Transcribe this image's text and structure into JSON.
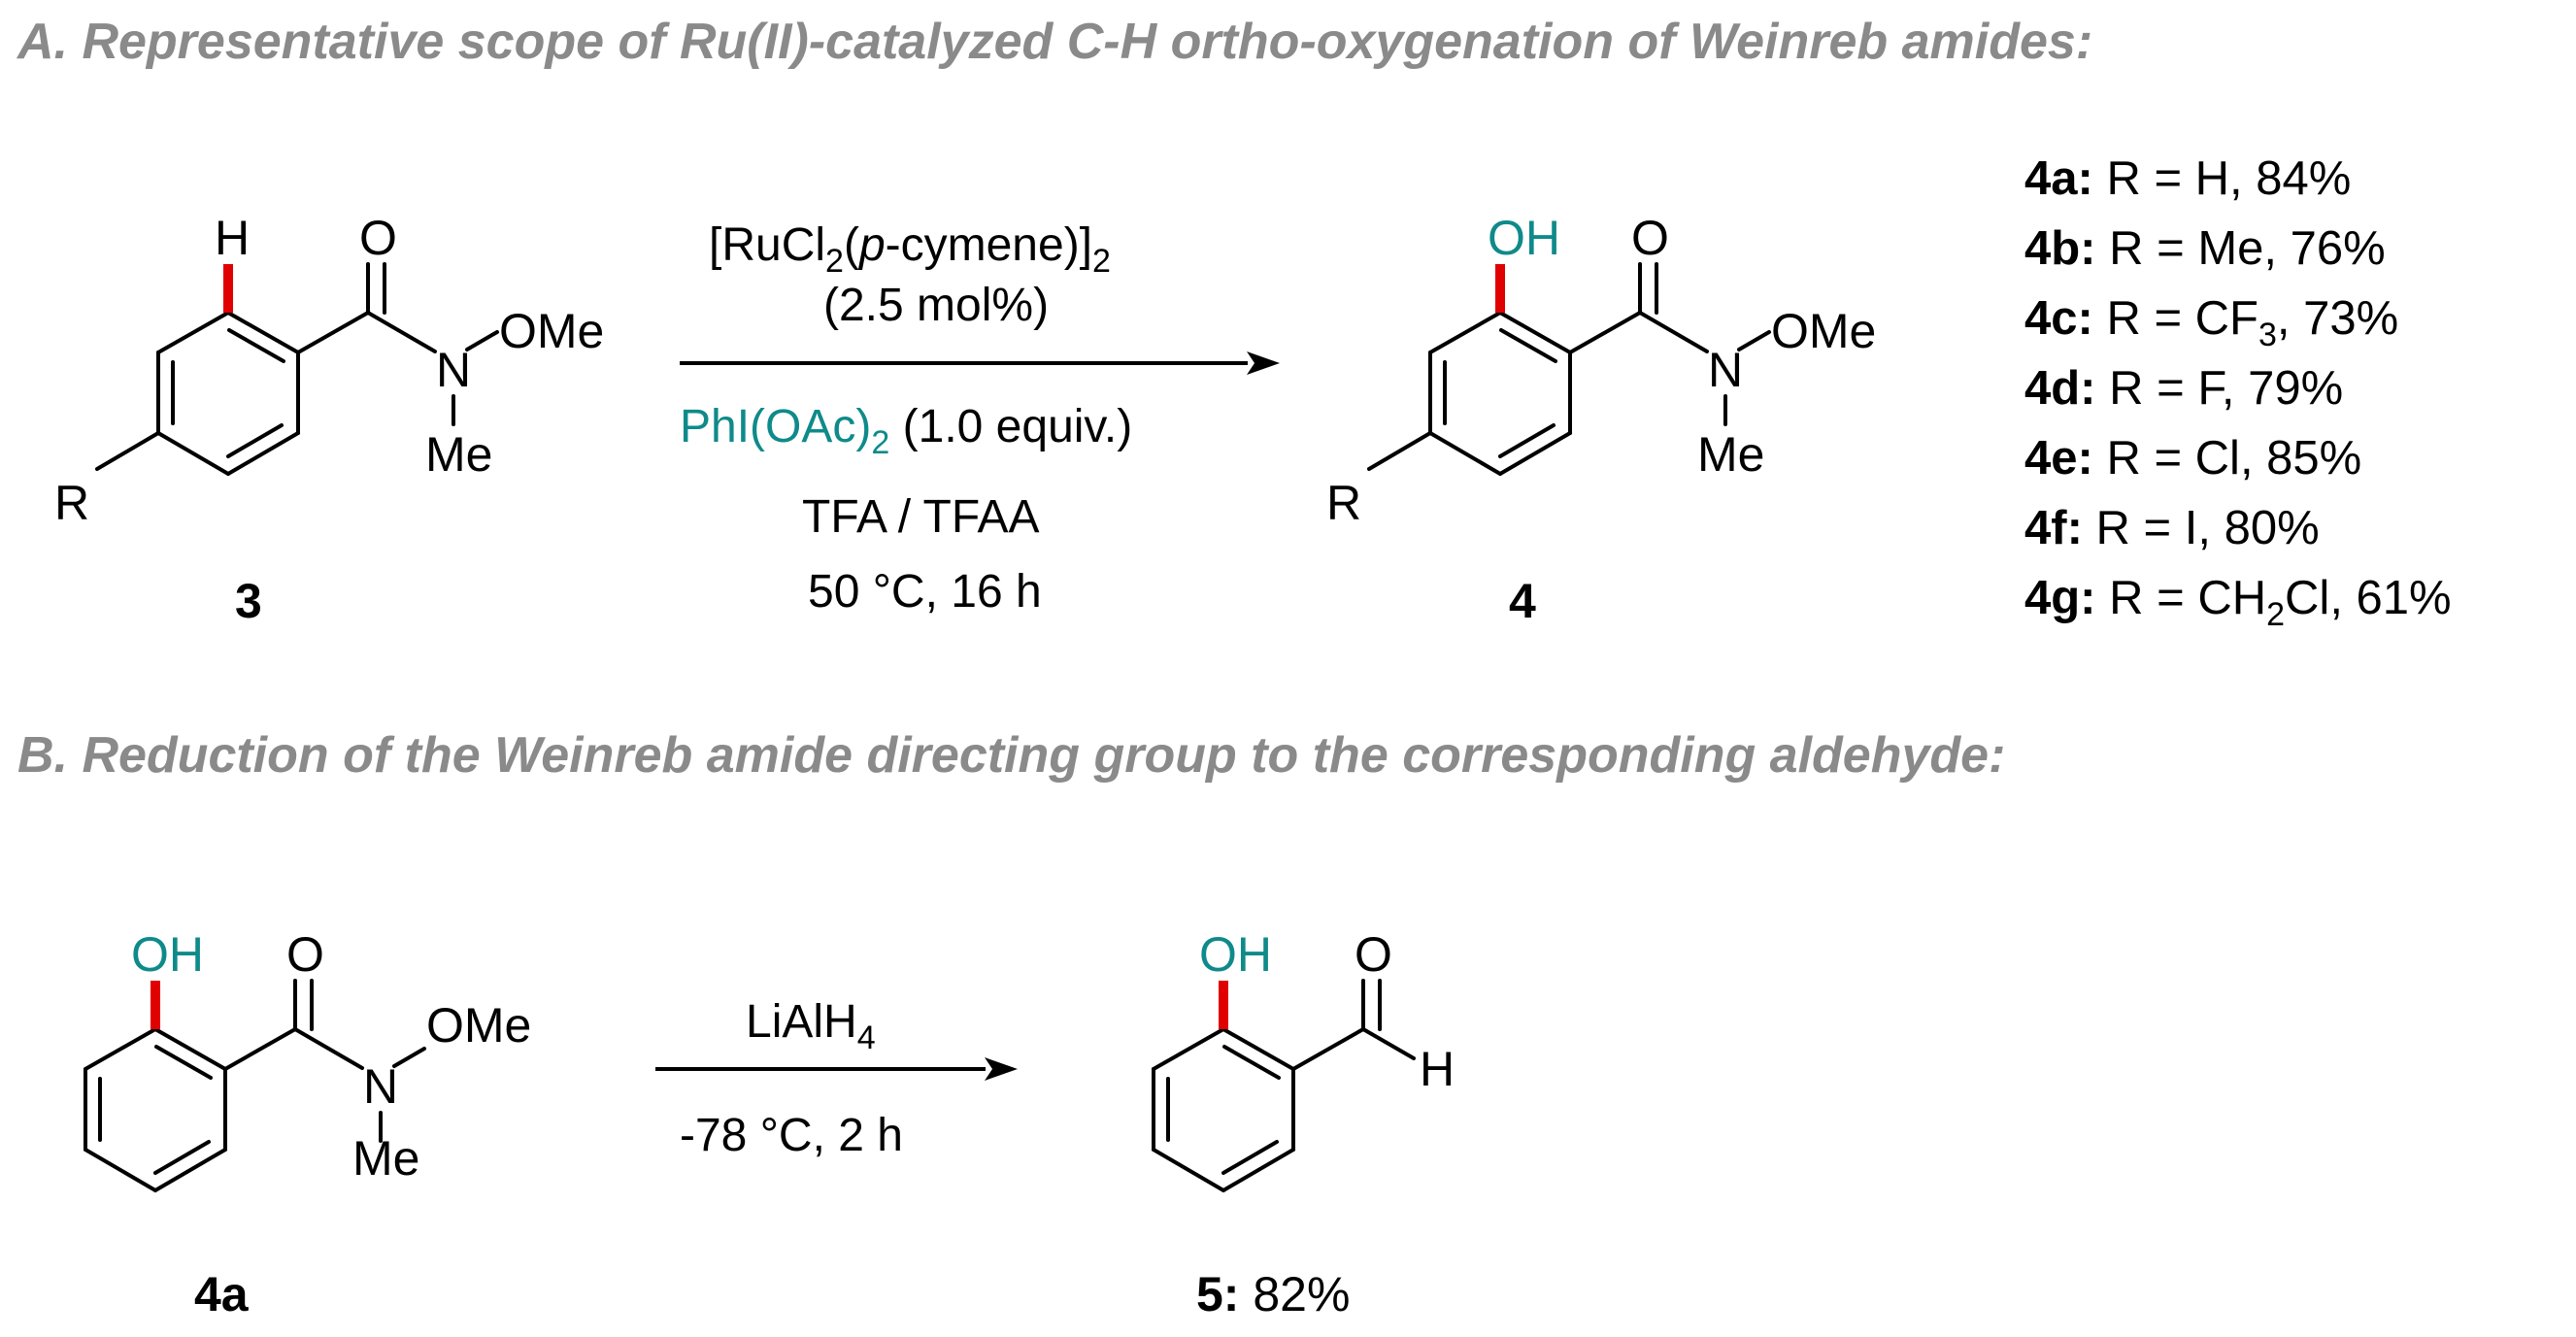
{
  "section_a": {
    "heading": "A. Representative scope of Ru(II)-catalyzed C-H ortho-oxygenation of Weinreb amides:"
  },
  "section_b": {
    "heading": "B. Reduction of the Weinreb amide directing group to the corresponding aldehyde:"
  },
  "atoms": {
    "h": "H",
    "o": "O",
    "n": "N",
    "ome": "OMe",
    "me": "Me",
    "r": "R",
    "oh": "OH"
  },
  "reaction_a": {
    "catalyst_main": "[RuCl",
    "catalyst_sub": "2",
    "catalyst_paren_open": "(",
    "catalyst_italic": "p",
    "catalyst_rest": "-cymene)]",
    "catalyst_sub2": "2",
    "catalyst_loading": "(2.5 mol%)",
    "oxidant_main": "PhI(OAc)",
    "oxidant_sub": "2",
    "oxidant_amount": " (1.0 equiv.)",
    "solvent": "TFA / TFAA",
    "conditions": "50 °C, 16 h",
    "start_label": "3",
    "product_label": "4"
  },
  "scope": [
    {
      "id": "4a:",
      "text": " R = H, 84%"
    },
    {
      "id": "4b:",
      "text": " R = Me, 76%"
    },
    {
      "id": "4c:",
      "pre": " R = CF",
      "sub": "3",
      "post": ", 73%"
    },
    {
      "id": "4d:",
      "text": " R = F, 79%"
    },
    {
      "id": "4e:",
      "text": " R = Cl, 85%"
    },
    {
      "id": "4f:",
      "text": " R = I, 80%"
    },
    {
      "id": "4g:",
      "pre": " R = CH",
      "sub": "2",
      "post": "Cl, 61%"
    }
  ],
  "reaction_b": {
    "reagent_main": "LiAlH",
    "reagent_sub": "4",
    "conditions": "-78 °C, 2 h",
    "start_label": "4a",
    "product_id": "5:",
    "product_yield": " 82%"
  },
  "colors": {
    "heading": "#8a8a8a",
    "highlight_bond": "#e10000",
    "teal": "#0f8a8a"
  }
}
